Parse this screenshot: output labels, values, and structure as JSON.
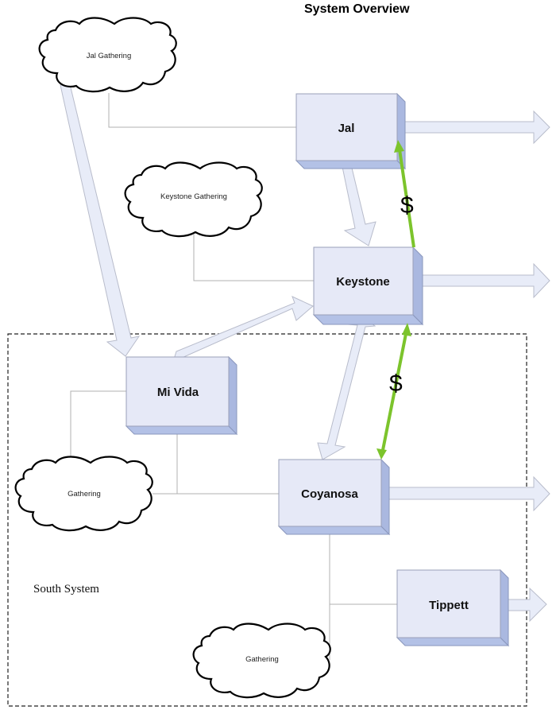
{
  "title": "System Overview",
  "region": {
    "label": "South System"
  },
  "plants": [
    {
      "id": "jal",
      "label": "Jal"
    },
    {
      "id": "keystone",
      "label": "Keystone"
    },
    {
      "id": "mi-vida",
      "label": "Mi Vida"
    },
    {
      "id": "coyanosa",
      "label": "Coyanosa"
    },
    {
      "id": "tippett",
      "label": "Tippett"
    }
  ],
  "gathering": [
    {
      "id": "jal-gathering",
      "label": "Jal Gathering"
    },
    {
      "id": "keystone-gathering",
      "label": "Keystone Gathering"
    },
    {
      "id": "mi-vida-gathering",
      "label": "Gathering"
    },
    {
      "id": "coyanosa-gathering",
      "label": "Gathering"
    }
  ],
  "money_flows": [
    {
      "from": "Keystone",
      "to": "Jal",
      "label": "$"
    },
    {
      "from": "Keystone",
      "to": "Coyanosa",
      "label": "$"
    }
  ],
  "colors": {
    "box_front": "#e6e9f7",
    "box_shadow": "#aab8e0",
    "flow_arrow": "#e8ecf8",
    "money_flow": "#7cc42c"
  }
}
